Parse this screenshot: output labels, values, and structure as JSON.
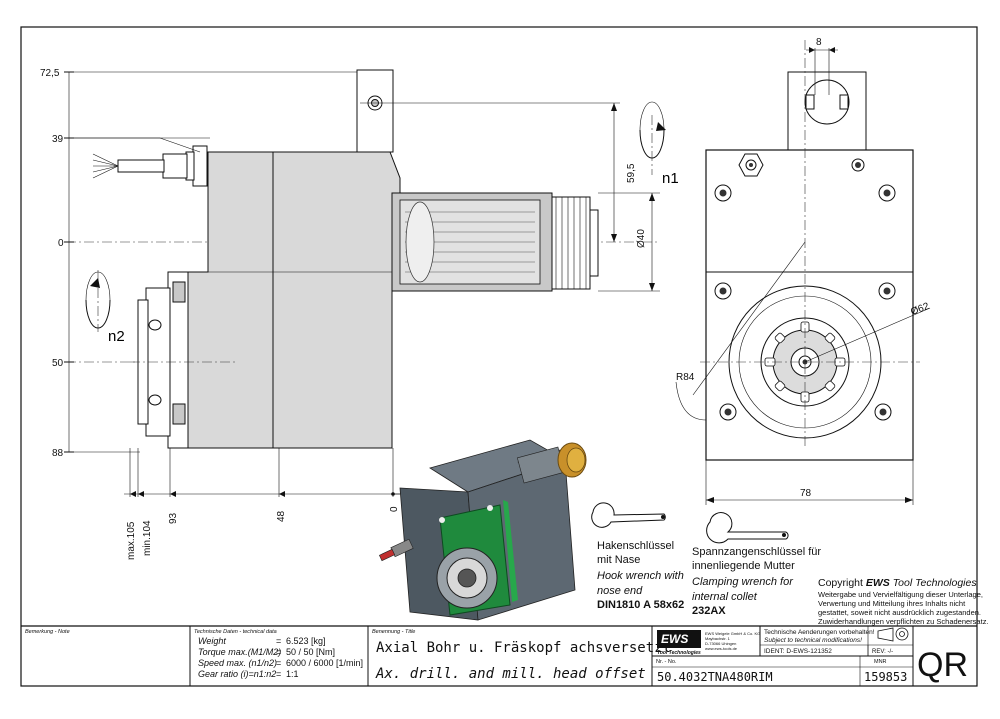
{
  "dimensions": {
    "d72_5": "72,5",
    "d39": "39",
    "d0": "0",
    "d50": "50",
    "d88": "88",
    "d8": "8",
    "d59_5": "59,5",
    "d40": "Ø40",
    "d62": "Ø62",
    "r84": "R84",
    "d78": "78",
    "max105": "max.105",
    "min104": "min.104",
    "d93": "93",
    "d48": "48",
    "d0b": "0"
  },
  "rotation_labels": {
    "n1": "n1",
    "n2": "n2"
  },
  "wrenches": {
    "hook": {
      "de1": "Hakenschlüssel",
      "de2": "mit Nase",
      "en1": "Hook wrench with",
      "en2": "nose end",
      "spec": "DIN1810 A 58x62"
    },
    "clamp": {
      "de1": "Spannzangenschlüssel für",
      "de2": "innenliegende Mutter",
      "en1": "Clamping wrench for",
      "en2": "internal collet",
      "spec": "232AX"
    }
  },
  "copyright": {
    "title_prefix": "Copyright",
    "title_brand": "EWS",
    "title_suffix": "Tool Technologies",
    "l1": "Weitergabe und Vervielfältigung dieser Unterlage,",
    "l2": "Verwertung und Mitteilung ihres Inhalts nicht",
    "l3": "gestattet, soweit nicht ausdrücklich zugestanden.",
    "l4": "Zuwiderhandlungen verpflichten zu Schadenersatz."
  },
  "title_block": {
    "remark_label": "Bemerkung - Note",
    "tech_label": "Technische Daten - technical data",
    "tech": [
      {
        "name": "Weight",
        "sep": "=",
        "value": "6.523 [kg]"
      },
      {
        "name": "Torque max.(M1/M2)",
        "sep": "=",
        "value": "50 / 50 [Nm]"
      },
      {
        "name": "Speed max. (n1/n2)",
        "sep": "=",
        "value": "6000 / 6000 [1/min]"
      },
      {
        "name": "Gear ratio (i)=n1:n2",
        "sep": "=",
        "value": "1:1"
      }
    ],
    "title_label": "Benennung - Title",
    "title_de": "Axial Bohr u. Fräskopf achsversetzt",
    "title_en": "Ax. drill. and mill. head offset",
    "logo": "EWS",
    "logo_sub": "Tool Technologies",
    "company1": "EWS Weigele GmbH & Co. KG",
    "company2": "Maybachstr. 1",
    "company3": "D-73066 Uhingen",
    "company4": "www.ews-tools.de",
    "number_label": "Nr. - No.",
    "number": "50.4032TNA480RIM",
    "changes_de": "Technische Aenderungen vorbehalten!",
    "changes_en": "Subject to technical modifications!",
    "ident": "IDENT: D-EWS-121352",
    "rev": "REV: -/-",
    "mnr_label": "MNR",
    "mnr": "159853",
    "qr": "QR"
  }
}
